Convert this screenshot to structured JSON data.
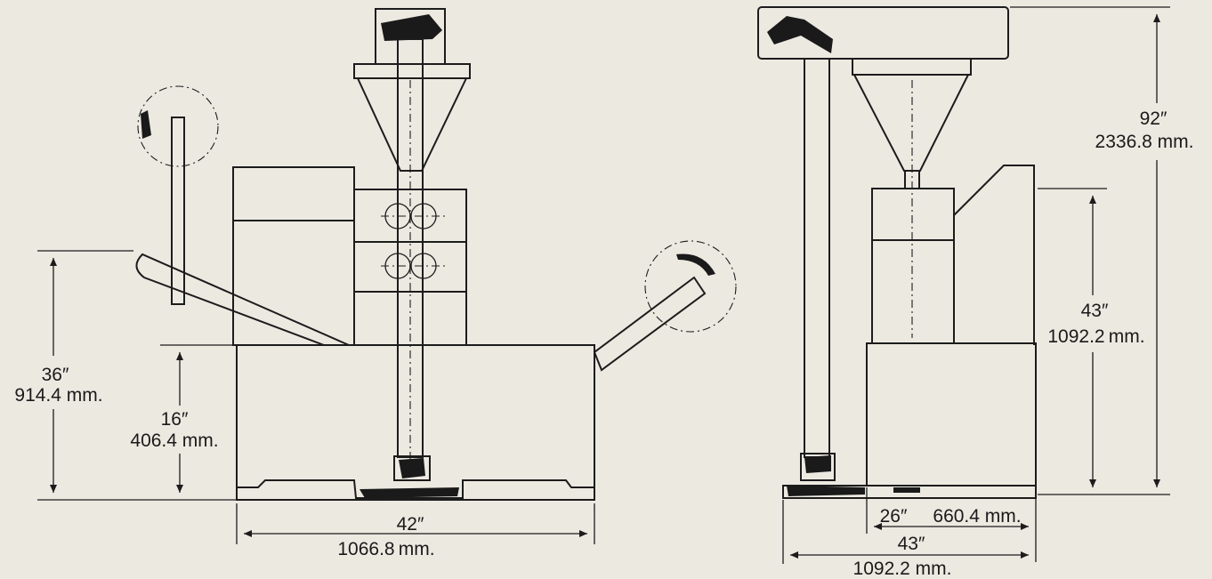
{
  "drawing": {
    "front_view": {
      "overall_height": {
        "imperial": "36″",
        "metric": "914.4 mm."
      },
      "table_height": {
        "imperial": "16″",
        "metric": "406.4 mm."
      },
      "width": {
        "imperial": "42″",
        "metric": "1066.8 mm."
      }
    },
    "side_view": {
      "overall_height": {
        "imperial": "92″",
        "metric": "2336.8 mm."
      },
      "unit_height": {
        "imperial": "43″",
        "metric": "1092.2 mm."
      },
      "base_depth": {
        "imperial": "26″",
        "metric": "660.4 mm."
      },
      "overall_depth": {
        "imperial": "43″",
        "metric": "1092.2 mm."
      }
    }
  },
  "colors": {
    "paper": "#ece9e1",
    "ink": "#1c1c1c"
  }
}
